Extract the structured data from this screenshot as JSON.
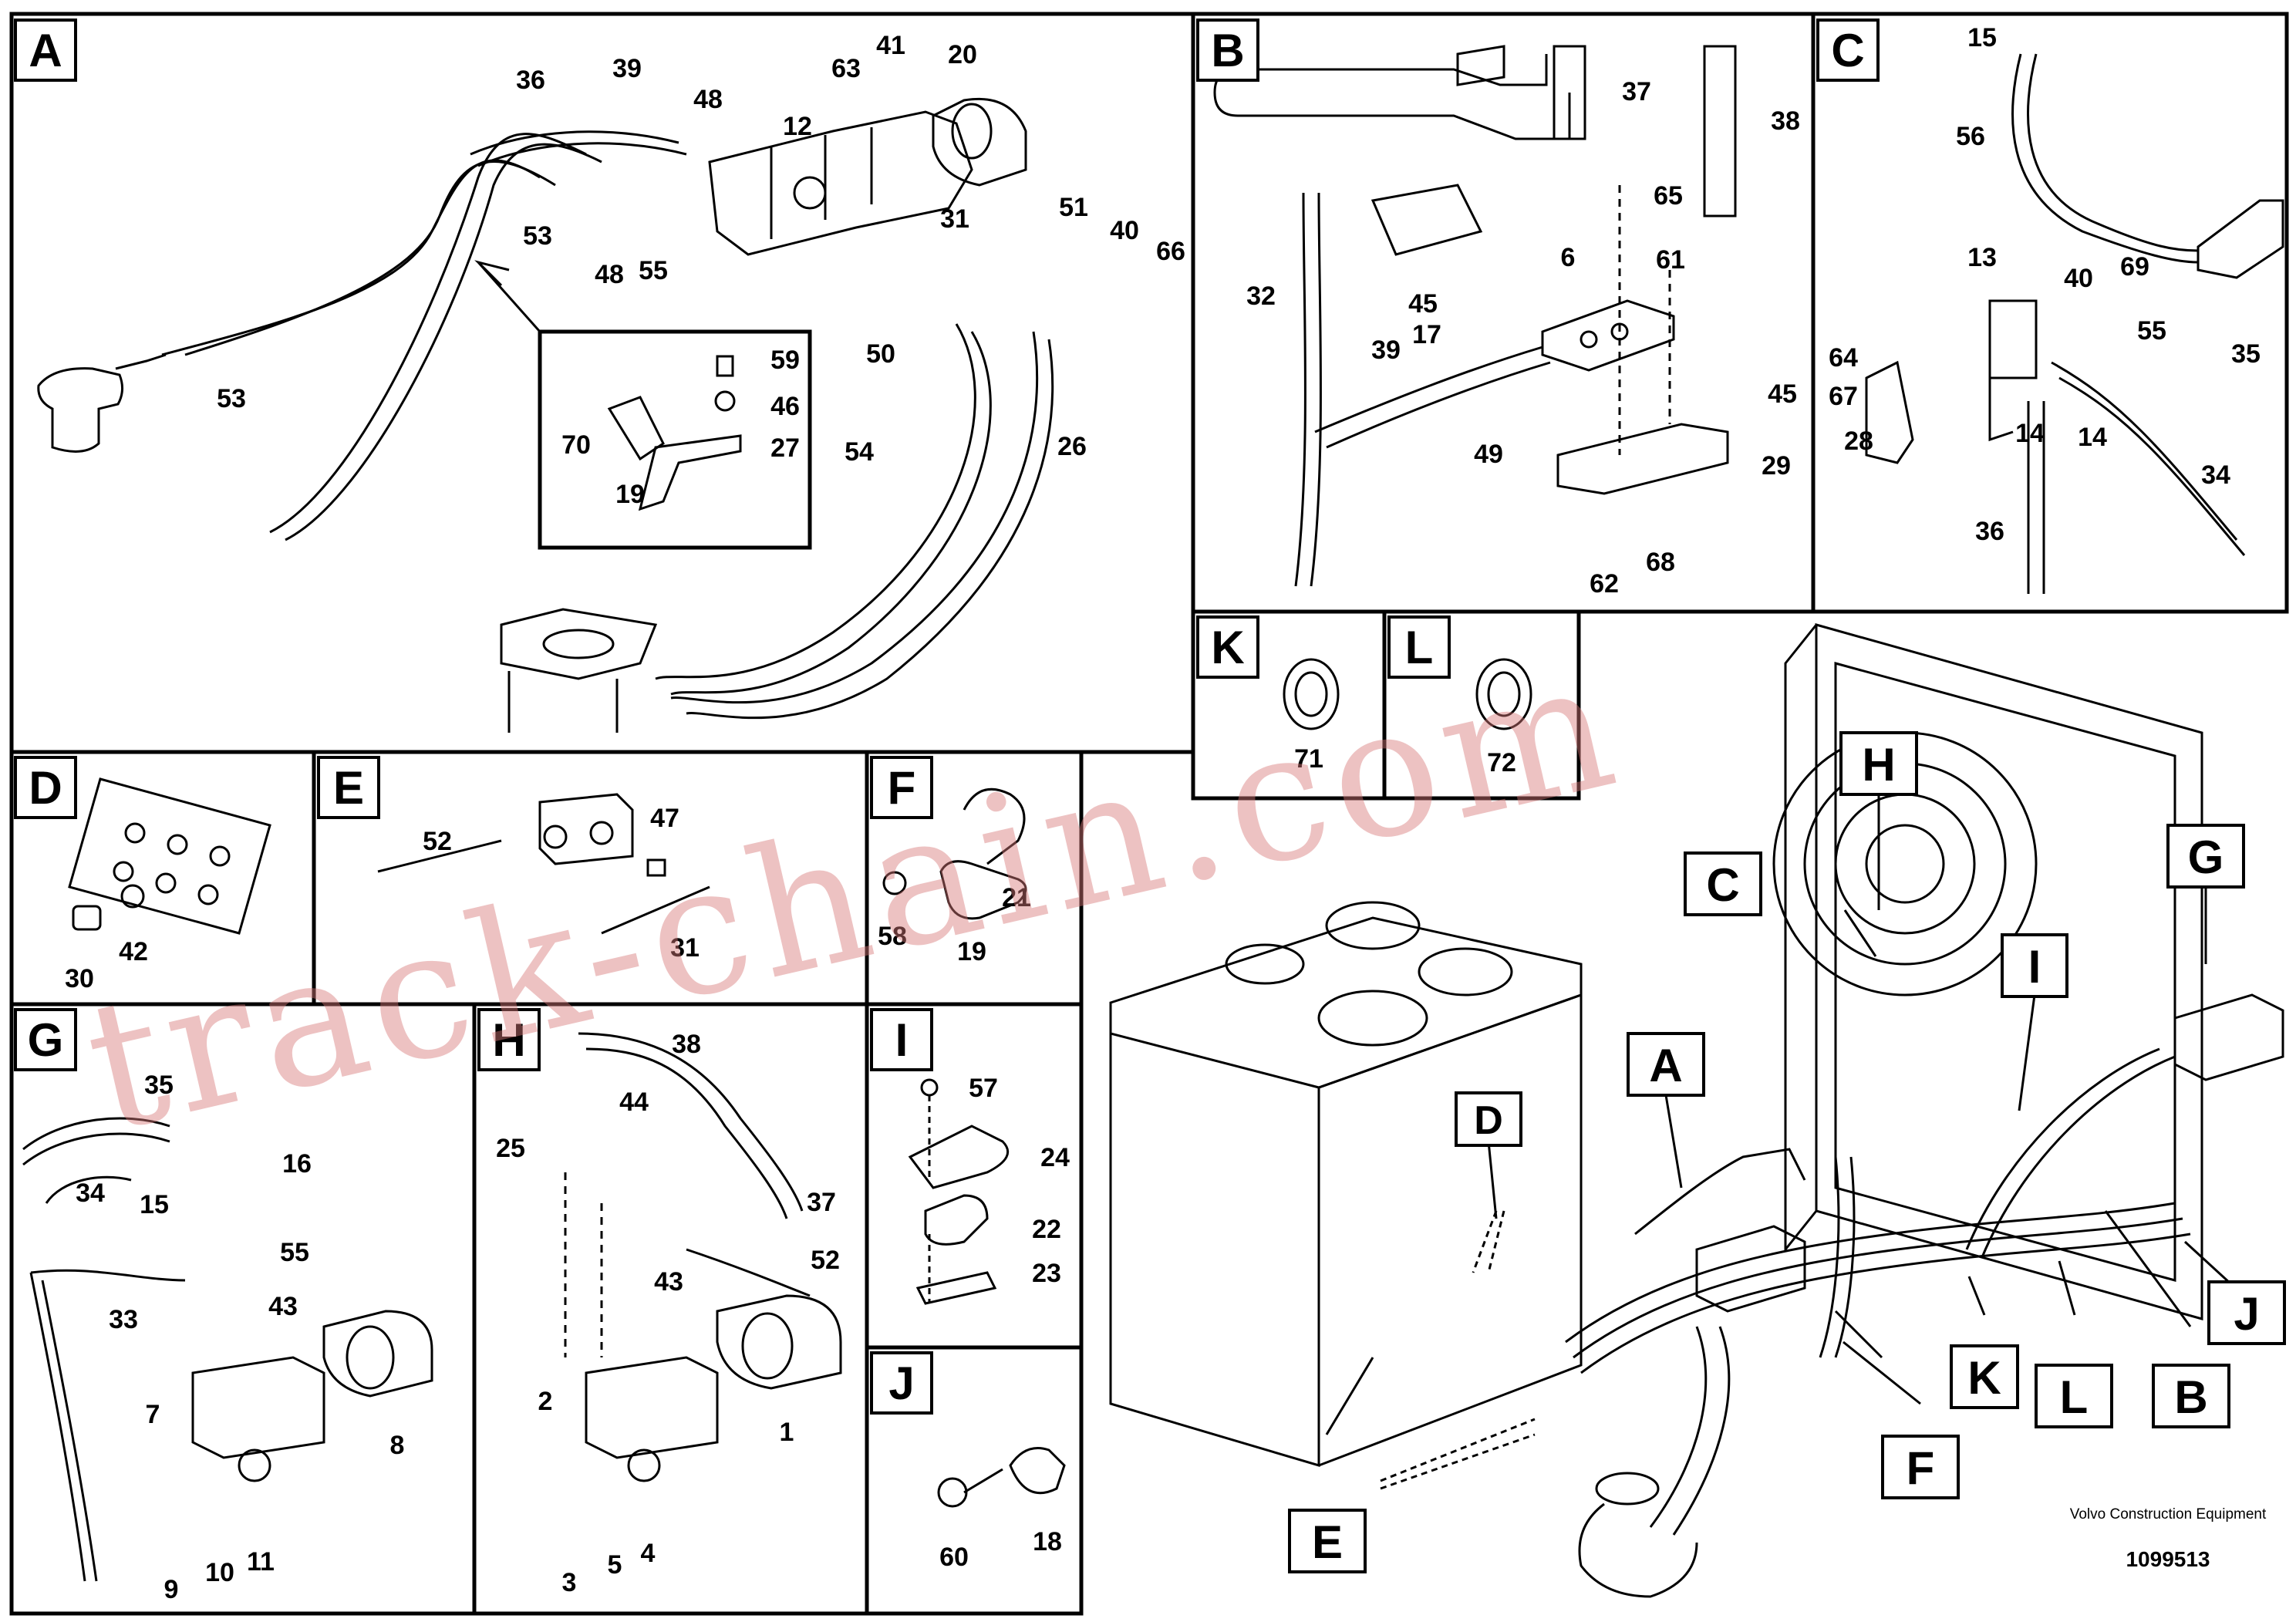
{
  "panels": {
    "A": {
      "letter": "A",
      "callouts": [
        "36",
        "39",
        "48",
        "63",
        "41",
        "20",
        "12",
        "31",
        "51",
        "40",
        "66",
        "53",
        "48",
        "55",
        "50",
        "59",
        "46",
        "27",
        "70",
        "19",
        "53",
        "54",
        "26"
      ]
    },
    "B": {
      "letter": "B",
      "callouts": [
        "37",
        "38",
        "65",
        "6",
        "61",
        "32",
        "45",
        "17",
        "39",
        "45",
        "49",
        "29",
        "62",
        "68"
      ]
    },
    "C": {
      "letter": "C",
      "callouts": [
        "15",
        "56",
        "13",
        "40",
        "69",
        "55",
        "35",
        "64",
        "67",
        "28",
        "14",
        "14",
        "34",
        "36"
      ]
    },
    "D": {
      "letter": "D",
      "callouts": [
        "30",
        "42"
      ]
    },
    "E": {
      "letter": "E",
      "callouts": [
        "47",
        "52",
        "31"
      ]
    },
    "F": {
      "letter": "F",
      "callouts": [
        "58",
        "21",
        "19"
      ]
    },
    "G": {
      "letter": "G",
      "callouts": [
        "35",
        "16",
        "34",
        "15",
        "55",
        "43",
        "33",
        "7",
        "8",
        "9",
        "10",
        "11"
      ]
    },
    "H": {
      "letter": "H",
      "callouts": [
        "38",
        "44",
        "25",
        "37",
        "43",
        "52",
        "2",
        "1",
        "3",
        "5",
        "4"
      ]
    },
    "I": {
      "letter": "I",
      "callouts": [
        "57",
        "24",
        "22",
        "23"
      ]
    },
    "J": {
      "letter": "J",
      "callouts": [
        "60",
        "18"
      ]
    },
    "K": {
      "letter": "K",
      "callouts": [
        "71"
      ]
    },
    "L": {
      "letter": "L",
      "callouts": [
        "72"
      ]
    }
  },
  "overview_letters": [
    "H",
    "C",
    "G",
    "I",
    "A",
    "D",
    "J",
    "K",
    "L",
    "B",
    "F",
    "E"
  ],
  "watermark": "track-chain.com",
  "credit": {
    "company": "Volvo Construction Equipment",
    "drawing_number": "1099513"
  },
  "colors": {
    "line": "#000000",
    "watermark": "#d67878"
  }
}
